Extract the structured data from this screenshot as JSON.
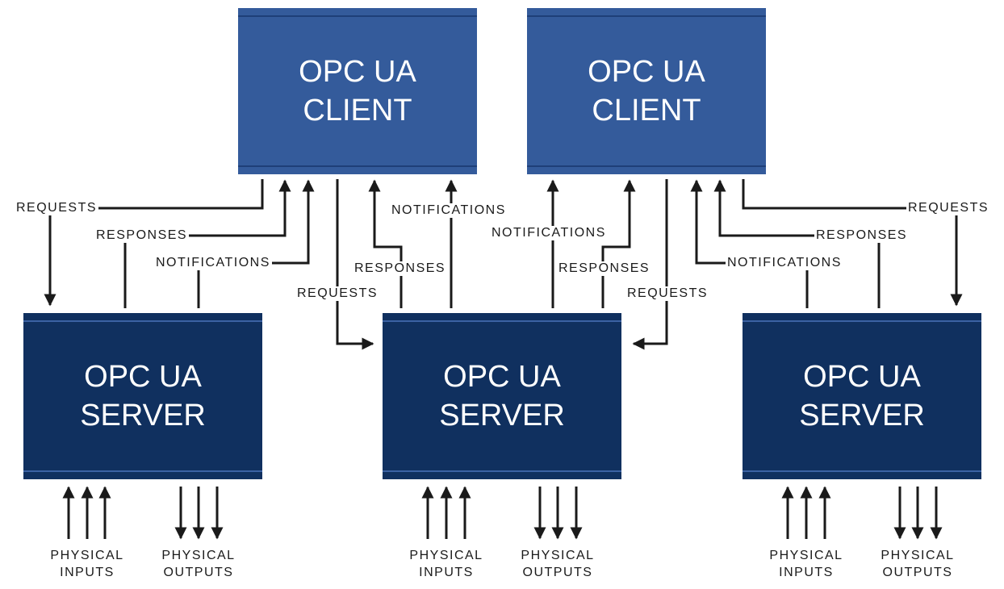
{
  "clients": [
    {
      "line1": "OPC UA",
      "line2": "CLIENT"
    },
    {
      "line1": "OPC UA",
      "line2": "CLIENT"
    }
  ],
  "servers": [
    {
      "line1": "OPC UA",
      "line2": "SERVER"
    },
    {
      "line1": "OPC UA",
      "line2": "SERVER"
    },
    {
      "line1": "OPC UA",
      "line2": "SERVER"
    }
  ],
  "labels": {
    "requests": "REQUESTS",
    "responses": "RESPONSES",
    "notifications": "NOTIFICATIONS"
  },
  "io": {
    "inputs_line1": "PHYSICAL",
    "inputs_line2": "INPUTS",
    "outputs_line1": "PHYSICAL",
    "outputs_line2": "OUTPUTS"
  },
  "colors": {
    "client": "#345b9b",
    "server": "#10305f",
    "wire": "#1a1a1a"
  }
}
